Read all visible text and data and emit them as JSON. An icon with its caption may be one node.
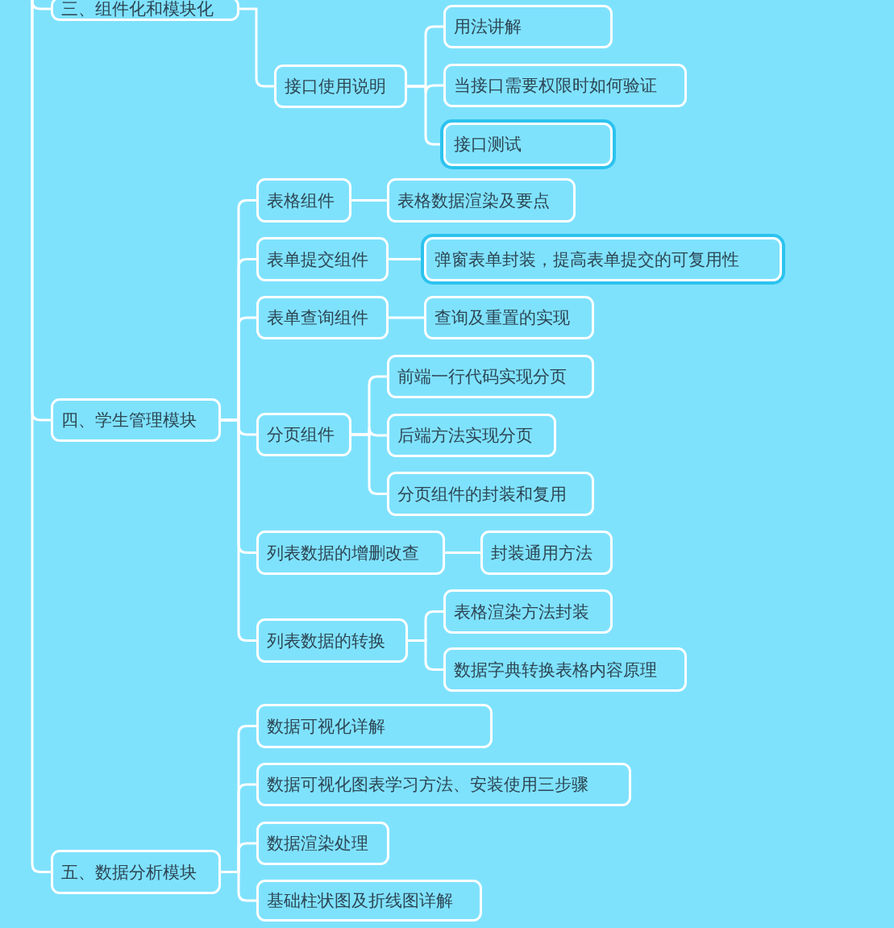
{
  "diagram": {
    "nodes": [
      {
        "text": [
          "三、组件化和模块化"
        ]
      },
      {
        "text": [
          "接口使用说明"
        ]
      },
      {
        "text": [
          "用法讲解"
        ]
      },
      {
        "text": [
          "当接口需要权限时如何验证"
        ]
      },
      {
        "text": [
          "接口测试"
        ]
      },
      {
        "text": [
          "四、学生管理模块"
        ]
      },
      {
        "text": [
          "表格组件"
        ]
      },
      {
        "text": [
          "表格数据渲染及要点"
        ]
      },
      {
        "text": [
          "表单提交组件"
        ]
      },
      {
        "text": [
          "弹窗表单封装，提高表单提交的可复用性"
        ]
      },
      {
        "text": [
          "表单查询组件"
        ]
      },
      {
        "text": [
          "查询及重置的实现"
        ]
      },
      {
        "text": [
          "分页组件"
        ]
      },
      {
        "text": [
          "前端一行代码实现分页"
        ]
      },
      {
        "text": [
          "后端方法实现分页"
        ]
      },
      {
        "text": [
          "分页组件的封装和复用"
        ]
      },
      {
        "text": [
          "列表数据的增删改查"
        ]
      },
      {
        "text": [
          "封装通用方法"
        ]
      },
      {
        "text": [
          "列表数据的转换"
        ]
      },
      {
        "text": [
          "表格渲染方法封装"
        ]
      },
      {
        "text": [
          "数据字典转换表格内容原理"
        ]
      },
      {
        "text": [
          "五、数据分析模块"
        ]
      },
      {
        "text": [
          "数据可视化详解"
        ]
      },
      {
        "text": [
          "数据可视化图表学习方法、安装使用三步骤"
        ]
      },
      {
        "text": [
          "数据渲染处理"
        ]
      },
      {
        "text": [
          "基础柱状图及折线图详解"
        ]
      }
    ],
    "edges": [
      {
        "from": null,
        "to": 0,
        "arrow": "none"
      },
      {
        "from": null,
        "to": 5,
        "arrow": "none"
      },
      {
        "from": null,
        "to": 21,
        "arrow": "none"
      },
      {
        "from": 0,
        "to": 1,
        "arrow": "none"
      },
      {
        "from": 1,
        "to": 2,
        "arrow": "none"
      },
      {
        "from": 1,
        "to": 3,
        "arrow": "none"
      },
      {
        "from": 1,
        "to": 4,
        "arrow": "none"
      },
      {
        "from": 5,
        "to": 6,
        "arrow": "none"
      },
      {
        "from": 5,
        "to": 8,
        "arrow": "none"
      },
      {
        "from": 5,
        "to": 10,
        "arrow": "none"
      },
      {
        "from": 5,
        "to": 12,
        "arrow": "none"
      },
      {
        "from": 5,
        "to": 16,
        "arrow": "none"
      },
      {
        "from": 5,
        "to": 18,
        "arrow": "none"
      },
      {
        "from": 6,
        "to": 7,
        "arrow": "none"
      },
      {
        "from": 8,
        "to": 9,
        "arrow": "none"
      },
      {
        "from": 10,
        "to": 11,
        "arrow": "none"
      },
      {
        "from": 12,
        "to": 13,
        "arrow": "none"
      },
      {
        "from": 12,
        "to": 14,
        "arrow": "none"
      },
      {
        "from": 12,
        "to": 15,
        "arrow": "none"
      },
      {
        "from": 16,
        "to": 17,
        "arrow": "none"
      },
      {
        "from": 18,
        "to": 19,
        "arrow": "none"
      },
      {
        "from": 18,
        "to": 20,
        "arrow": "none"
      },
      {
        "from": 21,
        "to": 22,
        "arrow": "none"
      },
      {
        "from": 21,
        "to": 23,
        "arrow": "none"
      },
      {
        "from": 21,
        "to": 24,
        "arrow": "none"
      },
      {
        "from": 21,
        "to": 25,
        "arrow": "none"
      }
    ]
  }
}
